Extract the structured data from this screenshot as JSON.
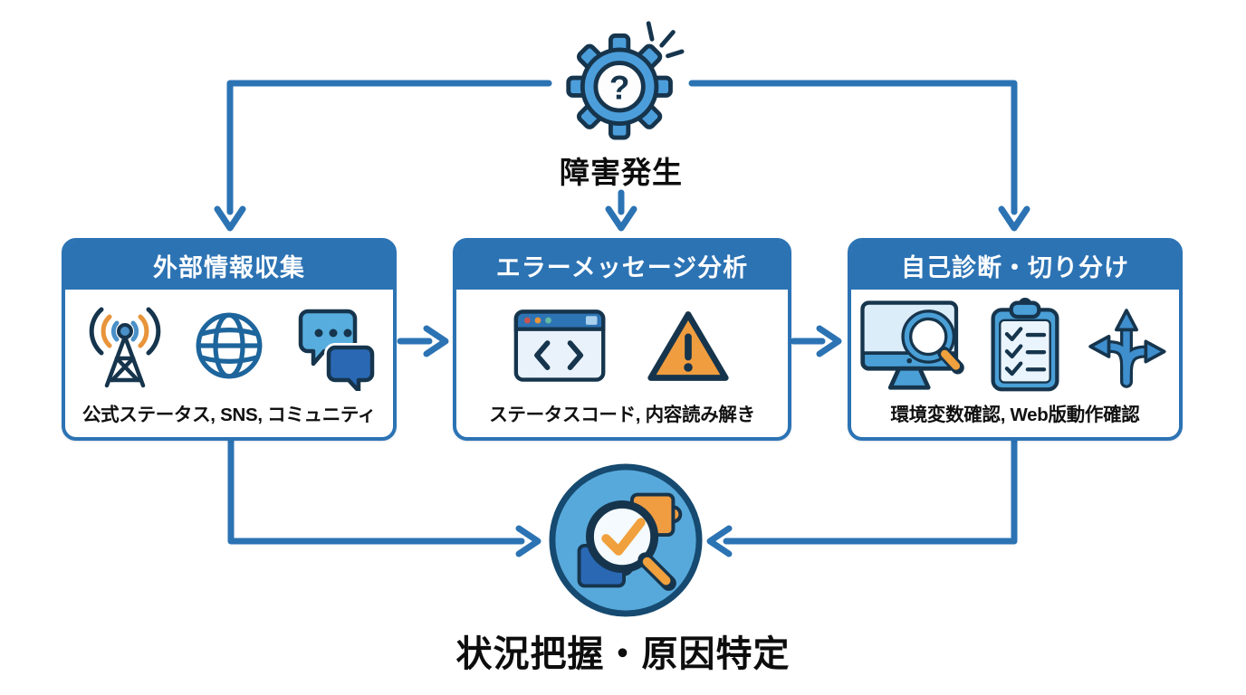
{
  "colors": {
    "primary_blue": "#2c73b4",
    "dark_navy": "#16354d",
    "icon_blue": "#4c9edb",
    "solid_blue": "#2a68b4",
    "light_blue_fill": "#dcedfa",
    "accent_orange": "#f09c41",
    "warning_orange": "#f09d3f",
    "text_black": "#111111",
    "background": "#ffffff"
  },
  "diagram": {
    "start": {
      "label": "障害発生",
      "icon": "gear-question-icon"
    },
    "steps": [
      {
        "title": "外部情報収集",
        "caption": "公式ステータス, SNS, コミュニティ",
        "icons": [
          "radio-tower-icon",
          "globe-icon",
          "chat-bubbles-icon"
        ]
      },
      {
        "title": "エラーメッセージ分析",
        "caption": "ステータスコード, 内容読み解き",
        "icons": [
          "code-window-icon",
          "warning-triangle-icon"
        ]
      },
      {
        "title": "自己診断・切り分け",
        "caption": "環境変数確認, Web版動作確認",
        "icons": [
          "monitor-magnifier-icon",
          "checklist-icon",
          "branch-arrows-icon"
        ]
      }
    ],
    "result": {
      "label": "状況把握・原因特定",
      "icon": "magnifier-puzzle-icon"
    },
    "connectors": [
      {
        "from": "start",
        "to": "step-1"
      },
      {
        "from": "start",
        "to": "step-2"
      },
      {
        "from": "start",
        "to": "step-3"
      },
      {
        "from": "step-1",
        "to": "step-2"
      },
      {
        "from": "step-2",
        "to": "step-3"
      },
      {
        "from": "step-1",
        "to": "result"
      },
      {
        "from": "step-3",
        "to": "result"
      }
    ]
  }
}
